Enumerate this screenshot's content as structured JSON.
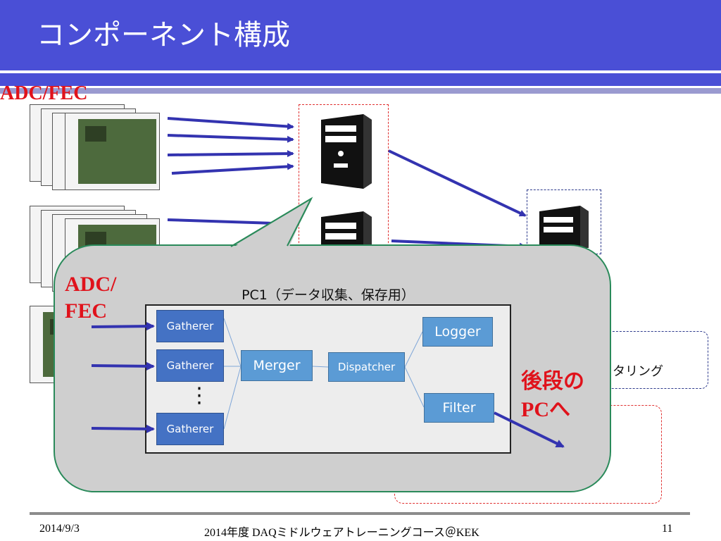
{
  "slide": {
    "title": "コンポーネント構成",
    "page_number": "11"
  },
  "labels": {
    "adc_fec_top": "ADC/FEC",
    "adc_fec_popup_line1": "ADC/",
    "adc_fec_popup_line2": "FEC",
    "pc1_title": "PC1（データ収集、保存用）",
    "to_next_pc_line1": "後段の",
    "to_next_pc_line2": "PCへ",
    "partial_monitoring": "タリング",
    "ellipsis": "⋮"
  },
  "components": {
    "gatherer_1": "Gatherer",
    "gatherer_2": "Gatherer",
    "gatherer_3": "Gatherer",
    "merger": "Merger",
    "dispatcher": "Dispatcher",
    "logger": "Logger",
    "filter": "Filter"
  },
  "footer": {
    "date": "2014/9/3",
    "course": "2014年度 DAQミドルウェアトレーニングコース＠KEK",
    "page": "11"
  },
  "colors": {
    "title_bar": "#4a4fd6",
    "accent_red": "#e0121b",
    "arrow_blue": "#3333b0",
    "component_blue": "#4472c4",
    "component_light_blue": "#5b9bd5",
    "popup_gray": "#cfcfcf",
    "popup_border": "#2a8a5a"
  }
}
